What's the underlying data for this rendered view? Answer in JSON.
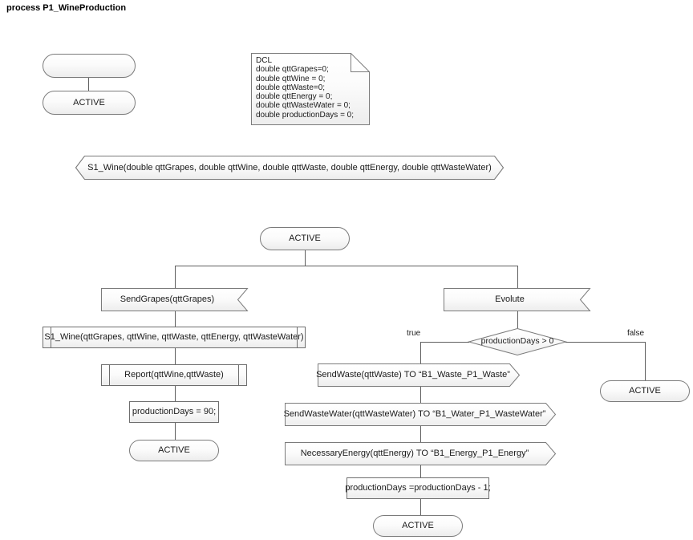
{
  "diagram": {
    "title": "process P1_WineProduction",
    "colors": {
      "stroke": "#7b7b7b",
      "connector": "#5f5f5f",
      "fill_top": "#ffffff",
      "fill_bottom": "#ededed",
      "text": "#1a1a1a"
    }
  },
  "start": {
    "start_symbol_label": "",
    "state_label": "ACTIVE"
  },
  "declaration": {
    "keyword": "DCL",
    "lines": [
      "double qttGrapes=0;",
      "double qttWine = 0;",
      "double qttWaste=0;",
      "double qttEnergy = 0;",
      "double qttWasteWater = 0;",
      "double productionDays = 0;"
    ],
    "text": "DCL\ndouble qttGrapes=0;\ndouble qttWine = 0;\ndouble qttWaste=0;\ndouble qttEnergy = 0;\ndouble qttWasteWater = 0;\ndouble productionDays = 0;"
  },
  "signal_declaration": {
    "label": "S1_Wine(double qttGrapes, double qttWine, double qttWaste, double qttEnergy, double qttWasteWater)"
  },
  "main": {
    "state_label": "ACTIVE"
  },
  "left_branch": {
    "input_label": "SendGrapes(qttGrapes)",
    "procedure_label": "S1_Wine(qttGrapes, qttWine, qttWaste, qttEnergy, qttWasteWater)",
    "report_label": "Report(qttWine,qttWaste)",
    "task_label": "productionDays = 90;",
    "state_label": "ACTIVE"
  },
  "right_branch": {
    "input_label": "Evolute",
    "decision_label": "productionDays > 0",
    "true_label": "true",
    "false_label": "false",
    "false_state_label": "ACTIVE",
    "outputs": [
      "SendWaste(qttWaste) TO “B1_Waste_P1_Waste”",
      "SendWasteWater(qttWasteWater) TO “B1_Water_P1_WasteWater”",
      "NecessaryEnergy(qttEnergy) TO “B1_Energy_P1_Energy”"
    ],
    "task_label": "productionDays =productionDays - 1;",
    "state_label": "ACTIVE"
  }
}
